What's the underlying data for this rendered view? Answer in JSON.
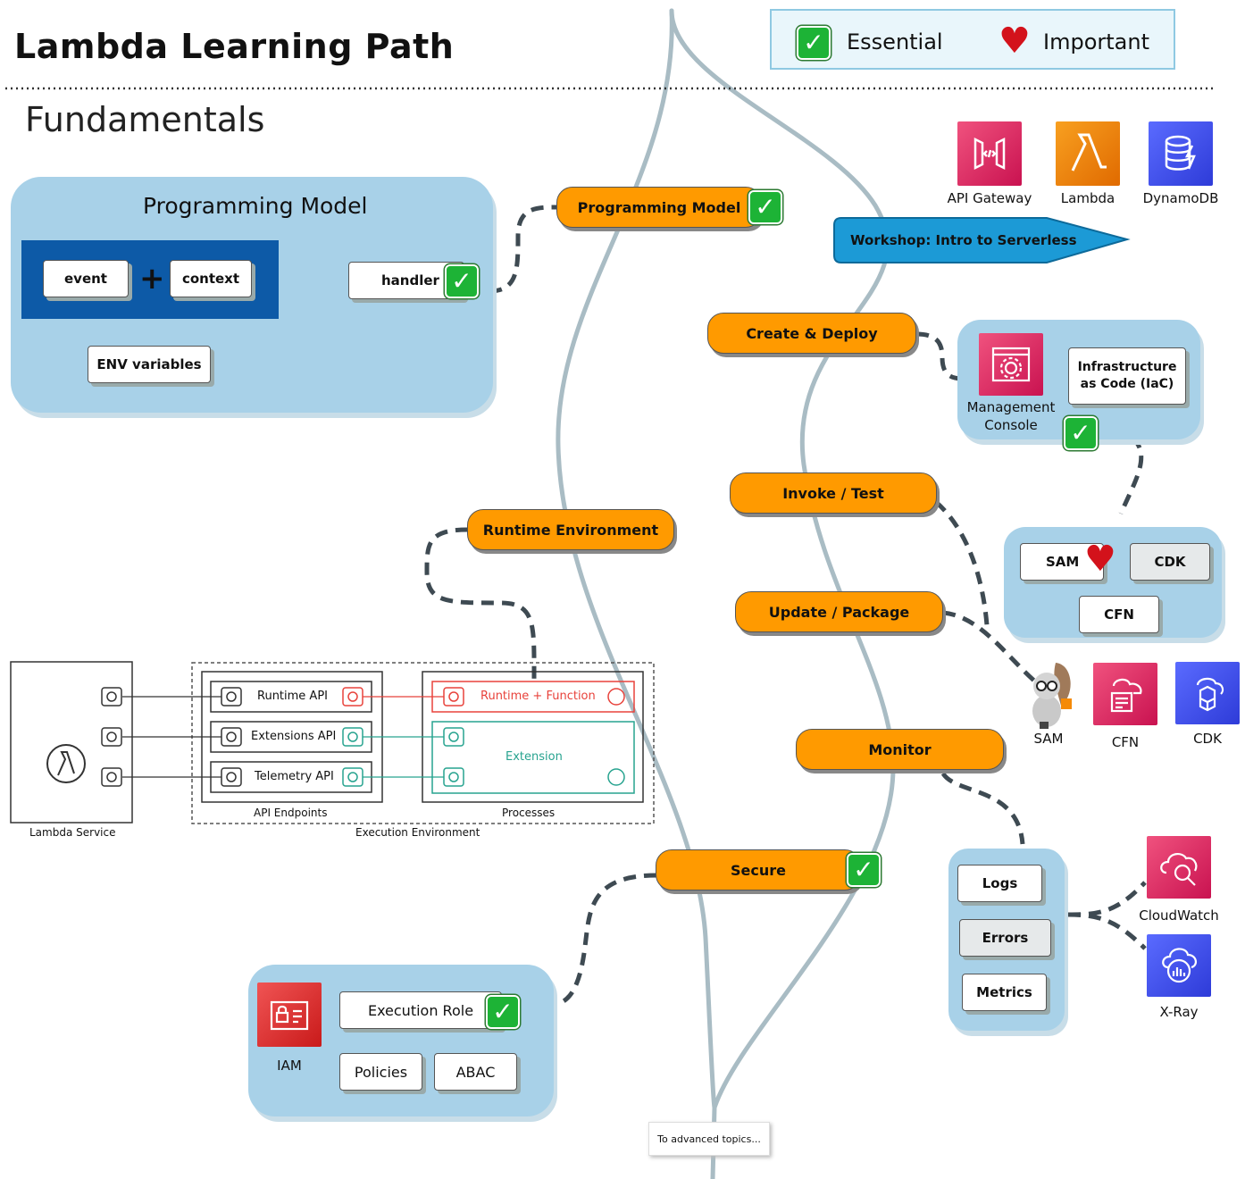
{
  "title": "Lambda Learning Path",
  "subtitle": "Fundamentals",
  "legend": {
    "essential": "Essential",
    "important": "Important"
  },
  "services": {
    "api_gateway": "API Gateway",
    "lambda": "Lambda",
    "dynamodb": "DynamoDB"
  },
  "workshop": "Workshop: Intro to Serverless",
  "steps": {
    "programming_model": "Programming Model",
    "runtime_environment": "Runtime Environment",
    "create_deploy": "Create & Deploy",
    "invoke_test": "Invoke / Test",
    "update_package": "Update / Package",
    "monitor": "Monitor",
    "secure": "Secure"
  },
  "programming_model_panel": {
    "title": "Programming Model",
    "event": "event",
    "plus": "+",
    "context": "context",
    "handler": "handler",
    "env": "ENV variables"
  },
  "create_panel": {
    "console": "Management Console",
    "iac": "Infrastructure as Code (IaC)"
  },
  "iac_panel": {
    "sam": "SAM",
    "cdk": "CDK",
    "cfn": "CFN"
  },
  "tools": {
    "sam": "SAM",
    "cfn": "CFN",
    "cdk": "CDK"
  },
  "monitor_panel": {
    "logs": "Logs",
    "errors": "Errors",
    "metrics": "Metrics"
  },
  "monitor_services": {
    "cloudwatch": "CloudWatch",
    "xray": "X-Ray"
  },
  "secure_panel": {
    "iam": "IAM",
    "execution_role": "Execution Role",
    "policies": "Policies",
    "abac": "ABAC"
  },
  "runtime_diagram": {
    "lambda_service": "Lambda Service",
    "runtime_api": "Runtime API",
    "extensions_api": "Extensions API",
    "telemetry_api": "Telemetry API",
    "api_endpoints": "API Endpoints",
    "runtime_function": "Runtime + Function",
    "extension": "Extension",
    "processes": "Processes",
    "execution_environment": "Execution Environment"
  },
  "footer": "To advanced topics...",
  "colors": {
    "orange": "#ff9a00",
    "panel": "#a8d1e8",
    "check": "#1db336",
    "heart": "#d3121b",
    "navy": "#0d5aa7",
    "workshop": "#1c9ad6",
    "pink": "#e0245e",
    "lambda_orange": "#f58a07",
    "blue": "#4353ff",
    "red_iam": "#dd3130"
  }
}
